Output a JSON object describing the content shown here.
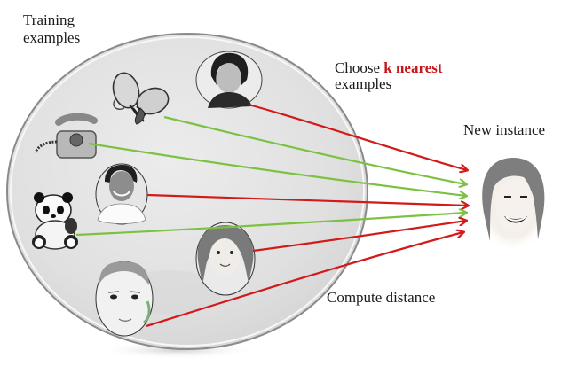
{
  "labels": {
    "training_line1": "Training",
    "training_line2": "examples",
    "choose_prefix": "Choose ",
    "choose_highlight": "k nearest",
    "choose_line2": "examples",
    "new_instance": "New instance",
    "compute_distance": "Compute distance"
  },
  "colors": {
    "near_arrow": "#d21a1a",
    "far_arrow": "#7cc242",
    "highlight_text": "#c8161d",
    "set_fill": "#e2e2e2",
    "set_edge": "#8a8a8a"
  },
  "training_examples": [
    {
      "id": "woman-top",
      "icon": "woman-portrait-icon",
      "kind": "face",
      "nearest": true
    },
    {
      "id": "butterfly",
      "icon": "butterfly-icon",
      "kind": "object",
      "nearest": false
    },
    {
      "id": "telephone",
      "icon": "telephone-icon",
      "kind": "object",
      "nearest": false
    },
    {
      "id": "man",
      "icon": "man-portrait-icon",
      "kind": "face",
      "nearest": true
    },
    {
      "id": "panda",
      "icon": "panda-toy-icon",
      "kind": "object",
      "nearest": false
    },
    {
      "id": "girl",
      "icon": "girl-portrait-icon",
      "kind": "face",
      "nearest": true
    },
    {
      "id": "boy",
      "icon": "boy-portrait-icon",
      "kind": "face",
      "nearest": true
    }
  ],
  "new_instance": {
    "icon": "smiling-woman-portrait-icon"
  }
}
